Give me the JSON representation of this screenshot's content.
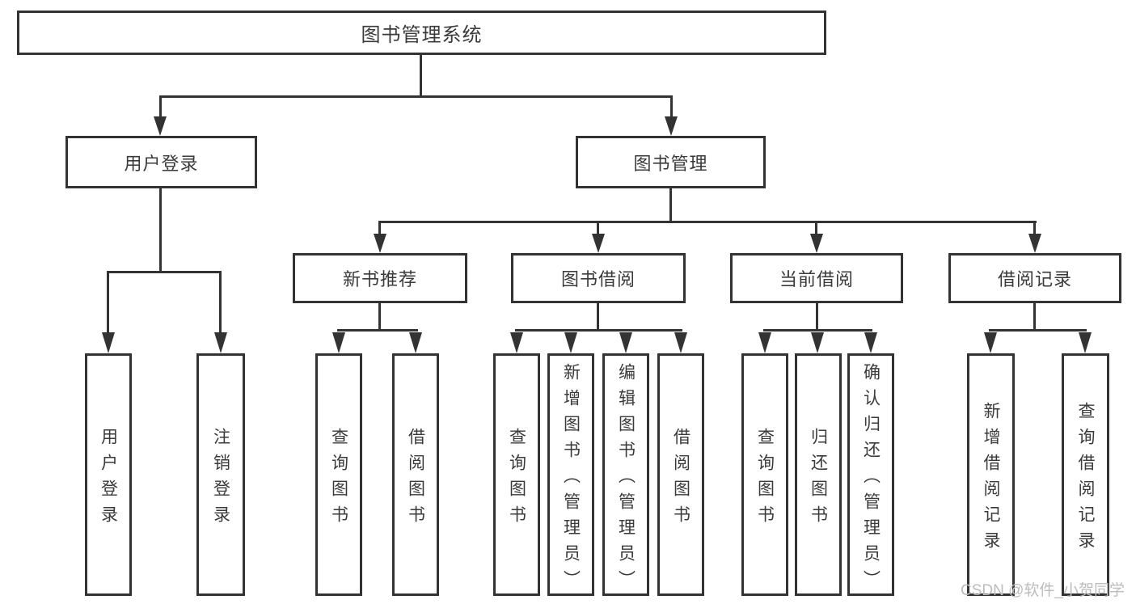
{
  "diagram": {
    "root": {
      "label": "图书管理系统"
    },
    "branches": [
      {
        "label": "用户登录",
        "children": [
          "用户登录",
          "注销登录"
        ]
      },
      {
        "label": "图书管理",
        "sections": [
          {
            "label": "新书推荐",
            "children": [
              "查询图书",
              "借阅图书"
            ]
          },
          {
            "label": "图书借阅",
            "children": [
              "查询图书",
              "新增图书（管理员）",
              "编辑图书（管理员）",
              "借阅图书"
            ]
          },
          {
            "label": "当前借阅",
            "children": [
              "查询图书",
              "归还图书",
              "确认归还（管理员）"
            ]
          },
          {
            "label": "借阅记录",
            "children": [
              "新增借阅记录",
              "查询借阅记录"
            ]
          }
        ]
      }
    ]
  },
  "watermark": "CSDN @软件_小贺同学",
  "colors": {
    "line": "#333333",
    "text": "#3a3a3a",
    "watermark": "#bcbcbc",
    "background": "#ffffff"
  }
}
